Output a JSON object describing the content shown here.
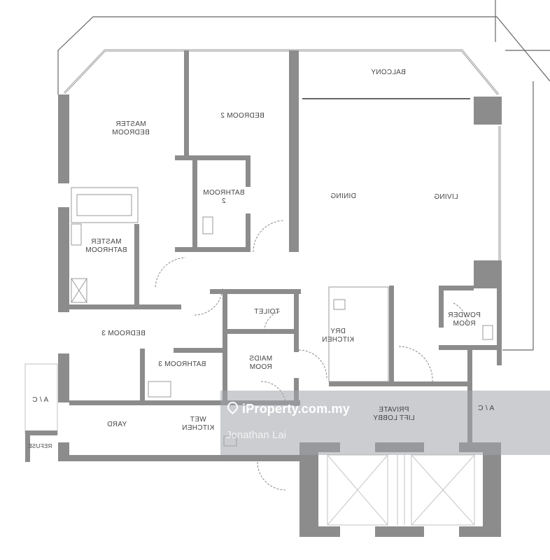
{
  "plan": {
    "orientation": "mirrored",
    "wall_color": "#8c8c8c",
    "line_color": "#666666",
    "rooms": [
      {
        "id": "balcony",
        "label": "BALCONY"
      },
      {
        "id": "master_bedroom",
        "label": "MASTER\nBEDROOM"
      },
      {
        "id": "bedroom_2",
        "label": "BEDROOM 2"
      },
      {
        "id": "bathroom_2",
        "label": "BATHROOM\n2"
      },
      {
        "id": "master_bathroom",
        "label": "MASTER\nBATHROOM"
      },
      {
        "id": "dining",
        "label": "DINING"
      },
      {
        "id": "living",
        "label": "LIVING"
      },
      {
        "id": "toilet",
        "label": "TOILET"
      },
      {
        "id": "dry_kitchen",
        "label": "DRY\nKITCHEN"
      },
      {
        "id": "powder_room",
        "label": "POWDER\nROOM"
      },
      {
        "id": "bedroom_3",
        "label": "BEDROOM 3"
      },
      {
        "id": "bathroom_3",
        "label": "BATHROOM 3"
      },
      {
        "id": "maids_room",
        "label": "MAIDS\nROOM"
      },
      {
        "id": "ac_left",
        "label": "A / C"
      },
      {
        "id": "yard",
        "label": "YARD"
      },
      {
        "id": "wet_kitchen",
        "label": "WET\nKITCHEN"
      },
      {
        "id": "private_lift_lobby",
        "label": "PRIVATE\nLIFT LOBBY"
      },
      {
        "id": "ac_right",
        "label": "A / C"
      },
      {
        "id": "refuse",
        "label": "REFUSE"
      }
    ]
  },
  "watermark": {
    "brand": "iProperty.com.my",
    "agent": "Jonathan Lai",
    "icon": "location-pin-icon"
  }
}
